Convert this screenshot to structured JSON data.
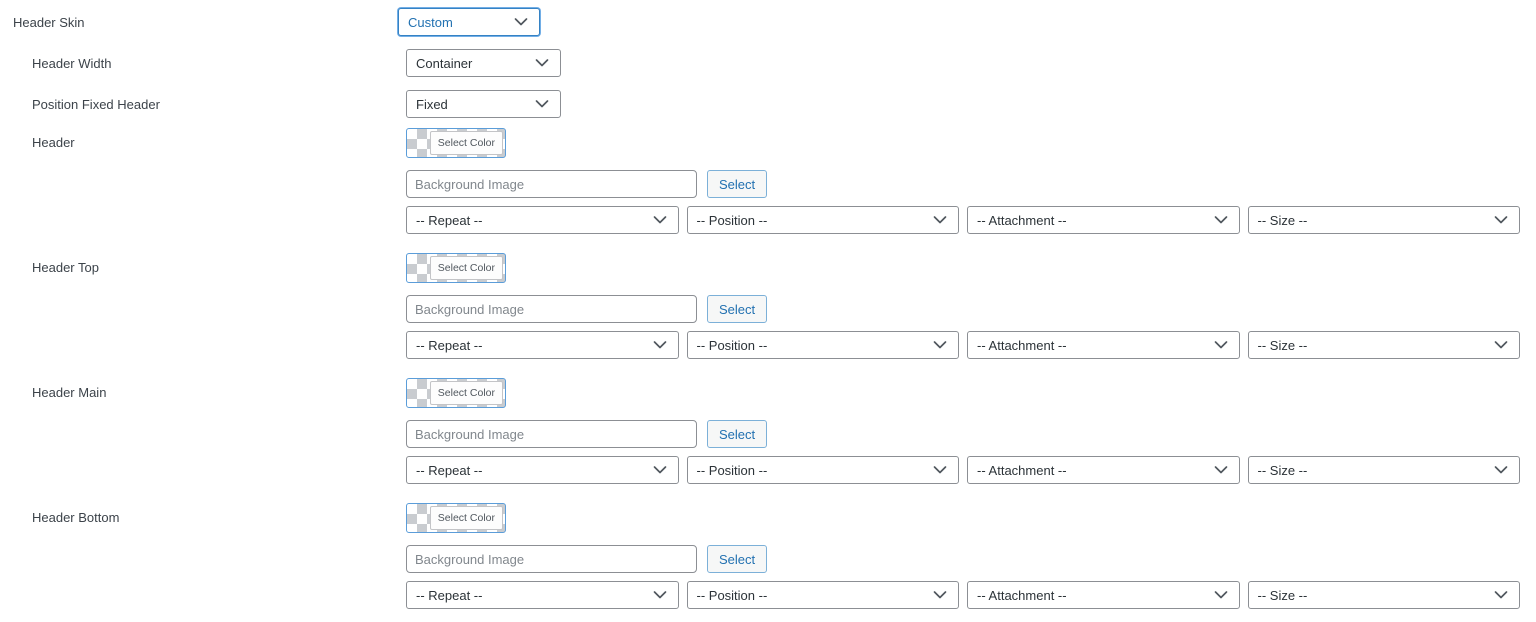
{
  "colors": {
    "focus_blue": "#3582c4",
    "focus_halo": "#72aee6",
    "accent_blue": "#2271b1",
    "picker_border_blue": "#5b9dd9",
    "border_gray": "#8c8f94",
    "label_text": "#3c434a"
  },
  "fields": {
    "header_skin": {
      "label": "Header Skin",
      "value": "Custom"
    },
    "header_width": {
      "label": "Header Width",
      "value": "Container"
    },
    "position_fixed_header": {
      "label": "Position Fixed Header",
      "value": "Fixed"
    }
  },
  "controls": {
    "color_button": "Select Color",
    "image_placeholder": "Background Image",
    "select_button": "Select",
    "dropdowns": [
      "-- Repeat --",
      "-- Position --",
      "-- Attachment --",
      "-- Size --"
    ]
  },
  "sections": [
    {
      "label": "Header"
    },
    {
      "label": "Header Top"
    },
    {
      "label": "Header Main"
    },
    {
      "label": "Header Bottom"
    }
  ]
}
